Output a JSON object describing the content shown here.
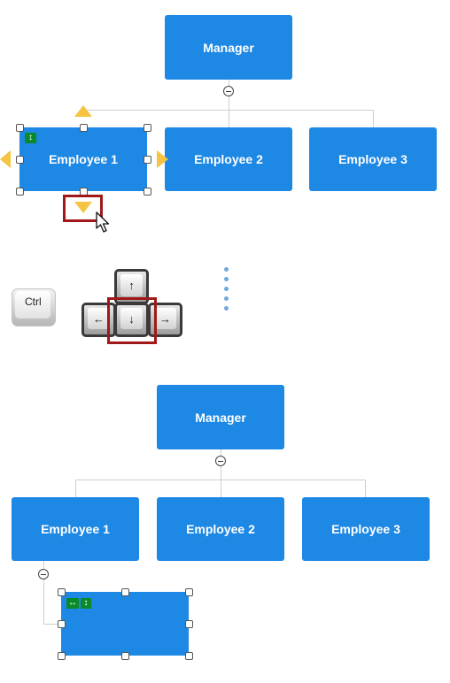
{
  "colors": {
    "node_fill": "#1e88e5",
    "node_text": "#ffffff",
    "connector": "#cfcfcf",
    "arrow_hint": "#f6c342",
    "highlight_box": "#a01818",
    "badge": "#0a8a2a"
  },
  "diagram_top": {
    "manager": {
      "label": "Manager"
    },
    "employees": [
      {
        "label": "Employee 1"
      },
      {
        "label": "Employee 2"
      },
      {
        "label": "Employee 3"
      }
    ],
    "selected_badge_icon": "resize-vertical-icon"
  },
  "keyboard": {
    "ctrl_label": "Ctrl",
    "keys": {
      "up": "↑",
      "left": "←",
      "down": "↓",
      "right": "→"
    }
  },
  "diagram_bottom": {
    "manager": {
      "label": "Manager"
    },
    "employees": [
      {
        "label": "Employee 1"
      },
      {
        "label": "Employee 2"
      },
      {
        "label": "Employee 3"
      }
    ],
    "new_node_label": "",
    "new_node_badges": {
      "horizontal": "↔",
      "vertical": "↕"
    }
  }
}
